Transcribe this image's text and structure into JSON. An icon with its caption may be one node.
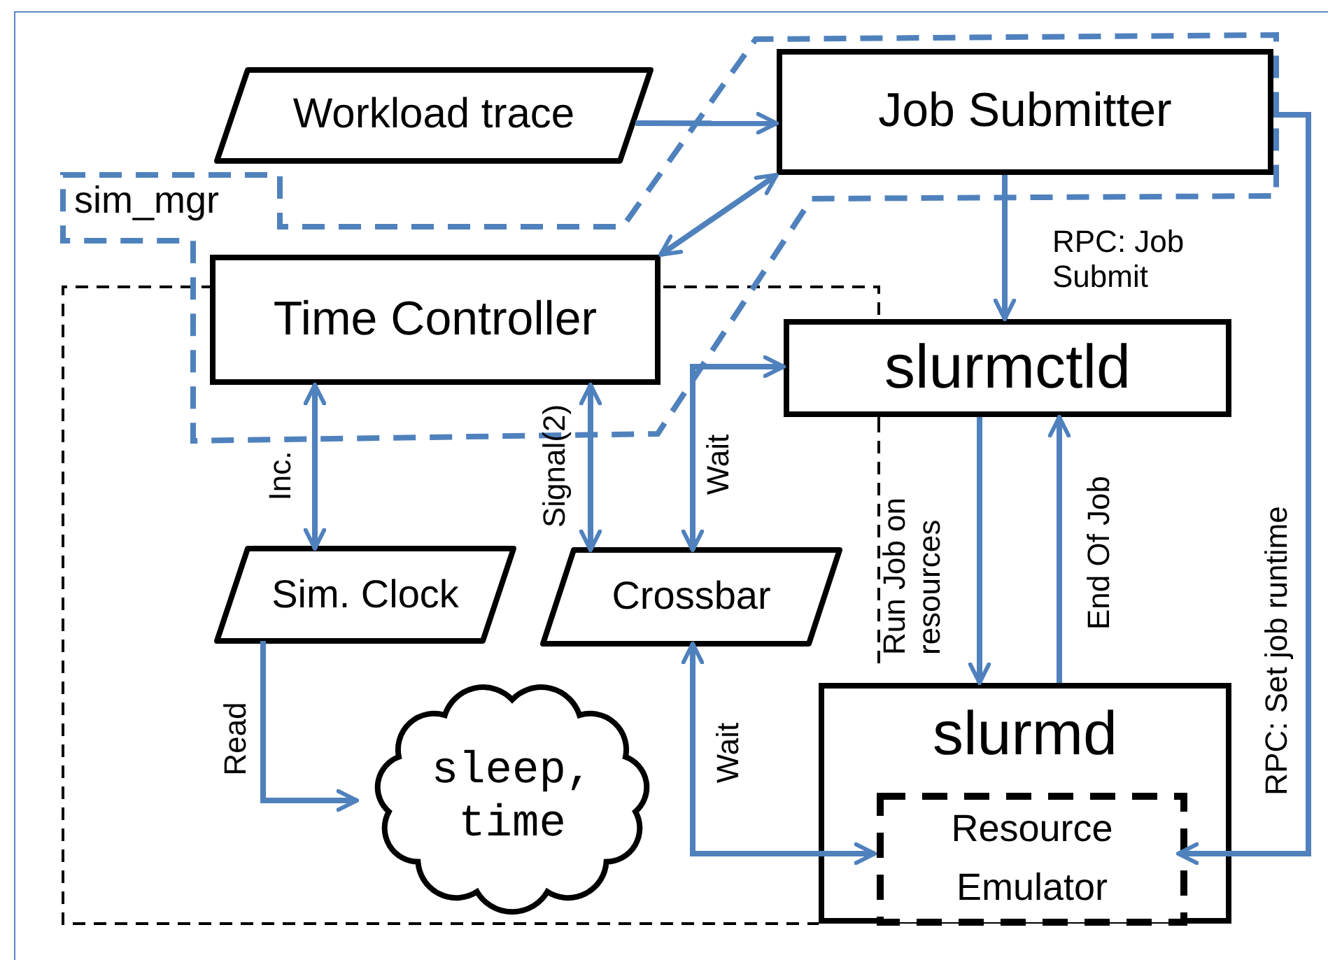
{
  "diagram": {
    "nodes": [
      {
        "text": [
          "Workload trace"
        ]
      },
      {
        "text": [
          "sim_mgr"
        ]
      },
      {
        "text": [
          "Job Submitter"
        ],
        "in": 1
      },
      {
        "text": [
          "Time Controller"
        ],
        "in": 1
      },
      {
        "text": [
          "slurmctld"
        ]
      },
      {
        "text": [
          "Sim. Clock"
        ]
      },
      {
        "text": [
          "Crossbar"
        ]
      },
      {
        "text": [
          "sleep, time"
        ]
      },
      {
        "text": [
          "slurmd"
        ]
      },
      {
        "text": [
          "Resource Emulator"
        ],
        "in": 8
      }
    ],
    "edges": [
      {
        "from": 0,
        "to": 2,
        "arrow": "to"
      },
      {
        "from": 2,
        "to": 3,
        "arrow": "both"
      },
      {
        "from": 2,
        "to": 4,
        "arrow": "to",
        "label": "RPC: Job Submit"
      },
      {
        "from": 3,
        "to": 5,
        "arrow": "both",
        "label": "Inc."
      },
      {
        "from": 3,
        "to": 6,
        "arrow": "both",
        "label": "Signal(2)"
      },
      {
        "from": 6,
        "to": 4,
        "arrow": "both",
        "label": "Wait"
      },
      {
        "from": 4,
        "to": 8,
        "arrow": "to",
        "label": "Run Job on resources"
      },
      {
        "from": 8,
        "to": 4,
        "arrow": "to",
        "label": "End Of Job"
      },
      {
        "from": 2,
        "to": 9,
        "arrow": "to",
        "label": "RPC: Set job runtime"
      },
      {
        "from": 5,
        "to": 7,
        "arrow": "to",
        "label": "Read"
      },
      {
        "from": 6,
        "to": 9,
        "arrow": "both",
        "label": "Wait"
      }
    ]
  }
}
